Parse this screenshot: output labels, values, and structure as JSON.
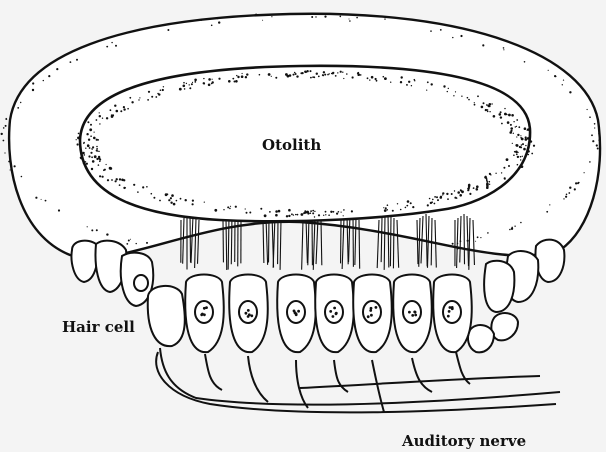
{
  "labels": {
    "otolith": "Otolith",
    "hair_cell": "Hair cell",
    "auditory_nerve": "Auditory nerve"
  },
  "colors": {
    "background": "#f4f4f4",
    "ink": "#111111",
    "fill": "#ffffff"
  }
}
